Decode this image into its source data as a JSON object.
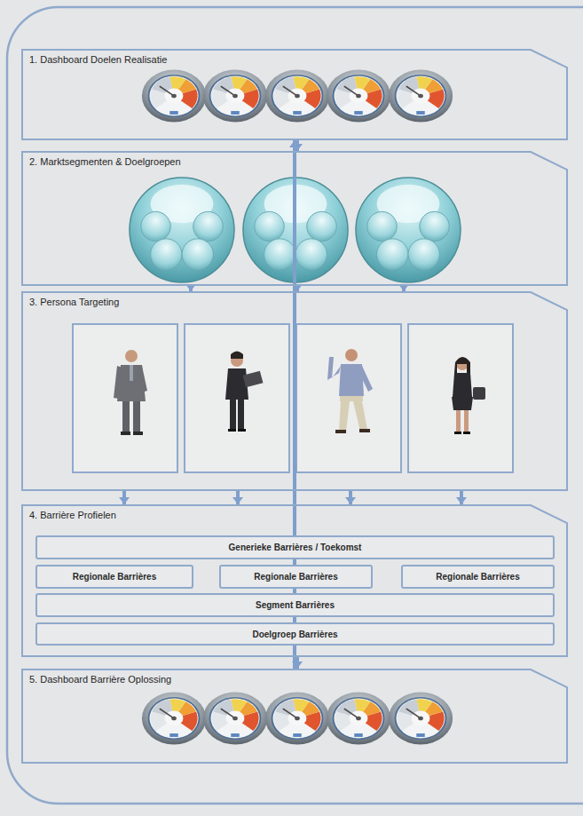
{
  "diagram": {
    "nodes": [
      {
        "text": [
          "1. Dashboard Doelen Realisatie"
        ]
      },
      {
        "text": [
          "2. Marktsegmenten & Doelgroepen"
        ]
      },
      {
        "text": [
          "3. Persona Targeting"
        ]
      },
      {
        "text": [
          "4. Barrière Profielen"
        ]
      },
      {
        "text": [
          "Generieke Barrières / Toekomst"
        ],
        "in": 3
      },
      {
        "text": [
          "Regionale Barrières"
        ],
        "in": 3
      },
      {
        "text": [
          "Regionale Barrières"
        ],
        "in": 3
      },
      {
        "text": [
          "Regionale Barrières"
        ],
        "in": 3
      },
      {
        "text": [
          "Segment Barrières"
        ],
        "in": 3
      },
      {
        "text": [
          "Doelgroep Barrières"
        ],
        "in": 3
      },
      {
        "text": [
          "5. Dashboard Barrière Oplossing"
        ]
      }
    ],
    "edges": [
      {
        "from": 0,
        "to": 1,
        "arrow": "to"
      },
      {
        "from": 1,
        "to": 2,
        "arrow": "to"
      },
      {
        "from": 2,
        "to": 3,
        "arrow": "to"
      },
      {
        "from": 3,
        "to": 10,
        "arrow": "to"
      },
      {
        "from": 10,
        "to": 0,
        "arrow": "to"
      }
    ]
  }
}
